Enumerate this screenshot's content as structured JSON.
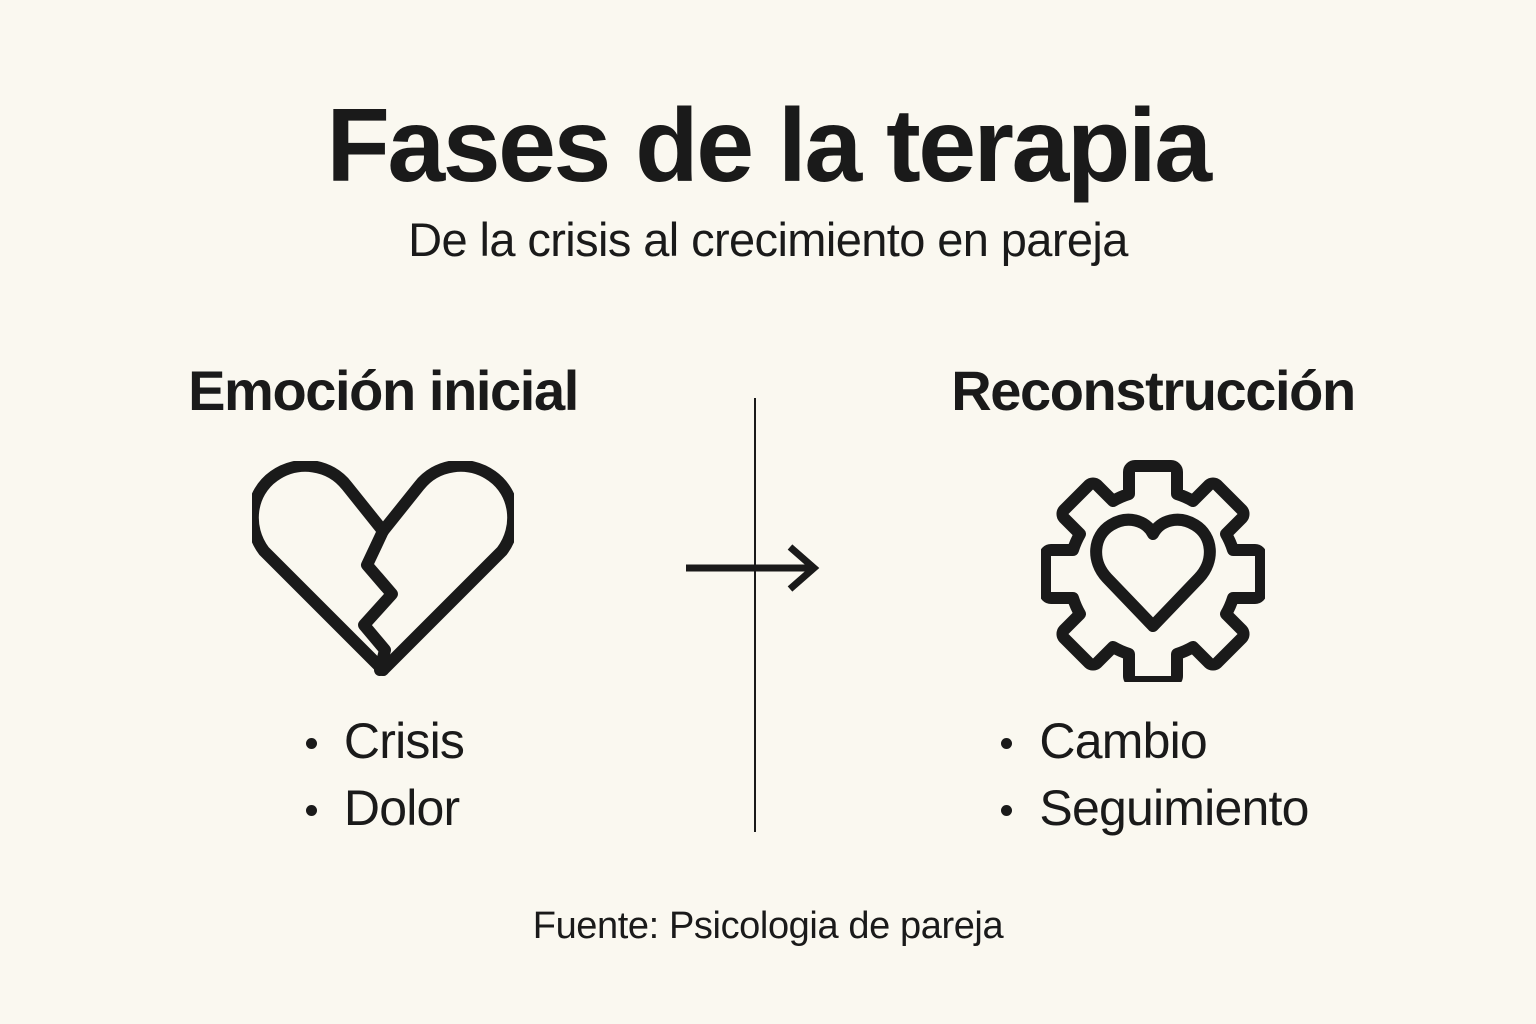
{
  "theme": {
    "background": "#faf8f0",
    "ink": "#1a1a1a"
  },
  "header": {
    "title": "Fases de la terapia",
    "subtitle": "De la crisis al crecimiento en pareja"
  },
  "columns": [
    {
      "heading": "Emoción inicial",
      "icon": "broken-heart-icon",
      "bullets": [
        "Crisis",
        "Dolor"
      ]
    },
    {
      "heading": "Reconstrucción",
      "icon": "gear-heart-icon",
      "bullets": [
        "Cambio",
        "Seguimiento"
      ]
    }
  ],
  "connector": {
    "divider": "vertical-divider",
    "arrow": "right-arrow-icon"
  },
  "footer": {
    "source": "Fuente: Psicologia de pareja"
  }
}
